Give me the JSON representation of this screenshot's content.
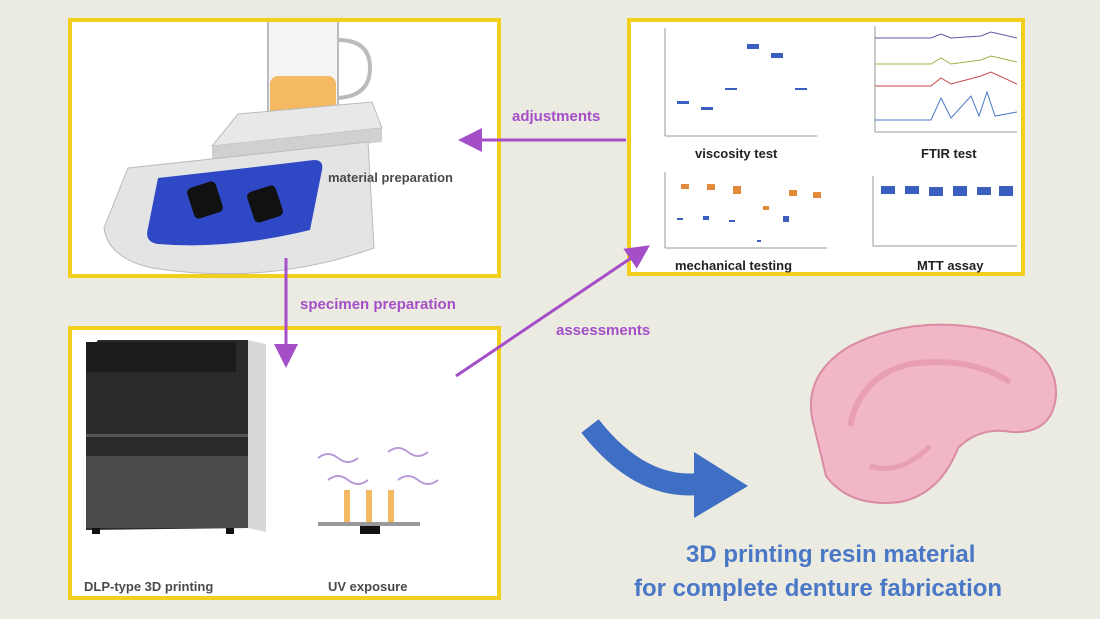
{
  "labels": {
    "material_preparation": "material preparation",
    "adjustments": "adjustments",
    "specimen_preparation": "specimen preparation",
    "assessments": "assessments",
    "dlp_printing": "DLP-type 3D printing",
    "uv_exposure": "UV exposure",
    "viscosity_test": "viscosity test",
    "ftir_test": "FTIR test",
    "mechanical_testing": "mechanical testing",
    "mtt_assay": "MTT assay",
    "title_line1": "3D printing resin material",
    "title_line2": "for complete denture fabrication"
  },
  "colors": {
    "panel_border": "#f2cf1d",
    "arrow_purple": "#a44fc8",
    "arrow_blue": "#3f6fc4",
    "title_blue": "#4a78c6",
    "denture_pink": "#f1b7c6",
    "resin_orange": "#f4b962",
    "hotplate_blue": "#2f48c6"
  },
  "icons": [
    "hotplate-icon",
    "dlp-printer-icon",
    "uv-exposure-icon",
    "denture-icon"
  ]
}
